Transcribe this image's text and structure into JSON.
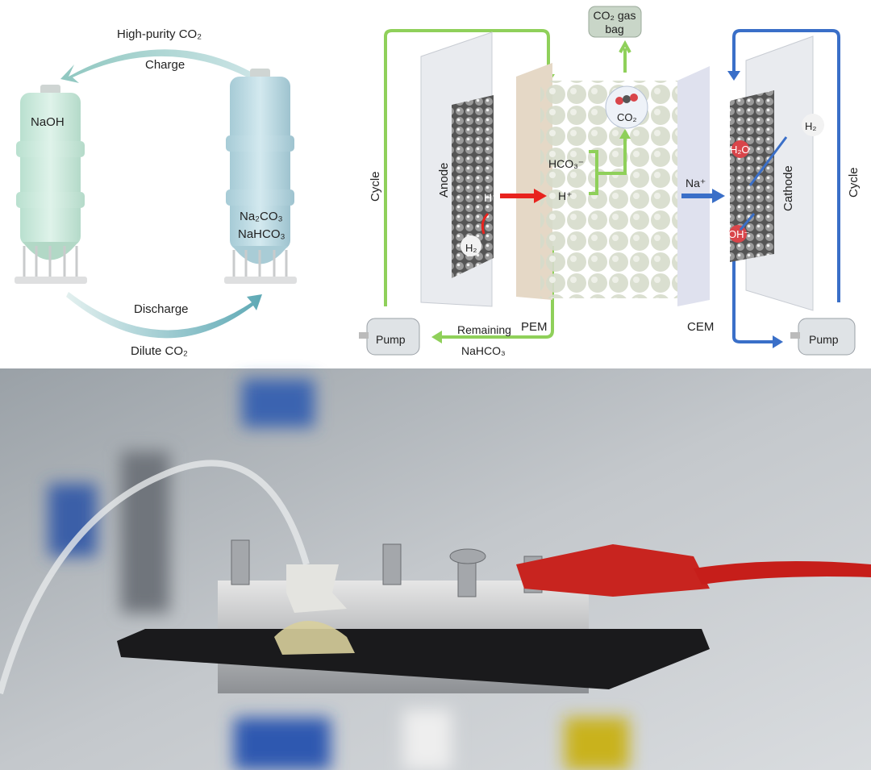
{
  "battery_panel": {
    "top_arrow_label": "High-purity CO₂",
    "charge_label": "Charge",
    "left_cell_label": "NaOH",
    "right_cell_label_1": "Na₂CO₃",
    "right_cell_label_2": "NaHCO₃",
    "discharge_label": "Discharge",
    "bottom_arrow_label": "Dilute CO₂"
  },
  "cell_panel": {
    "gas_bag_line1": "CO₂ gas",
    "gas_bag_line2": "bag",
    "left_cycle_label": "Cycle",
    "right_cycle_label": "Cycle",
    "anode_label": "Anode",
    "cathode_label": "Cathode",
    "anode_proton": "H⁺",
    "anode_h2": "H₂",
    "electrolyte_proton": "H⁺",
    "bicarbonate": "HCO₃⁻",
    "co2_bubble": "CO₂",
    "sodium": "Na⁺",
    "water": "H₂O",
    "hydroxide": "OH⁻",
    "cathode_h2": "H₂",
    "pem_label": "PEM",
    "cem_label": "CEM",
    "left_pump_label": "Pump",
    "right_pump_label": "Pump",
    "remaining_line1": "Remaining",
    "remaining_line2": "NaHCO₃"
  },
  "colors": {
    "green_flow": "#8fd05a",
    "blue_flow": "#3a6fc8",
    "proton_arrow": "#e8231e",
    "cell_mint": "#cfeadf",
    "cell_blue": "#bcd9e2"
  }
}
